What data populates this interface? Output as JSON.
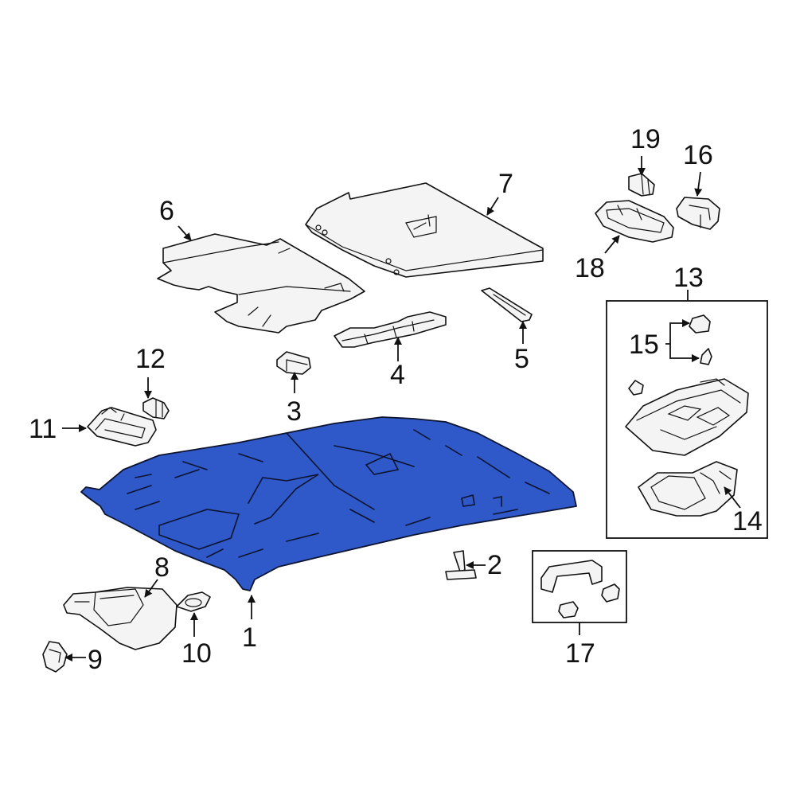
{
  "diagram": {
    "highlight_color": "#2f58c8",
    "callouts": [
      {
        "id": "c1",
        "label": "1"
      },
      {
        "id": "c2",
        "label": "2"
      },
      {
        "id": "c3",
        "label": "3"
      },
      {
        "id": "c4",
        "label": "4"
      },
      {
        "id": "c5",
        "label": "5"
      },
      {
        "id": "c6",
        "label": "6"
      },
      {
        "id": "c7",
        "label": "7"
      },
      {
        "id": "c8",
        "label": "8"
      },
      {
        "id": "c9",
        "label": "9"
      },
      {
        "id": "c10",
        "label": "10"
      },
      {
        "id": "c11",
        "label": "11"
      },
      {
        "id": "c12",
        "label": "12"
      },
      {
        "id": "c13",
        "label": "13"
      },
      {
        "id": "c14",
        "label": "14"
      },
      {
        "id": "c15",
        "label": "15"
      },
      {
        "id": "c16",
        "label": "16"
      },
      {
        "id": "c17",
        "label": "17"
      },
      {
        "id": "c18",
        "label": "18"
      },
      {
        "id": "c19",
        "label": "19"
      }
    ]
  }
}
